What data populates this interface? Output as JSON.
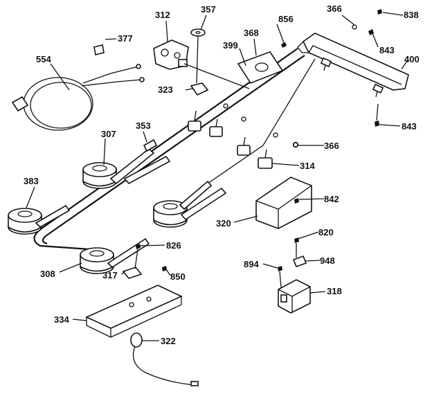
{
  "diagram": {
    "labels": {
      "p312": "312",
      "p357": "357",
      "p856": "856",
      "p366a": "366",
      "p838": "838",
      "p377": "377",
      "p368": "368",
      "p399": "399",
      "p843a": "843",
      "p400": "400",
      "p554": "554",
      "p323": "323",
      "p843b": "843",
      "p307": "307",
      "p353": "353",
      "p366b": "366",
      "p314": "314",
      "p383": "383",
      "p842": "842",
      "p320": "320",
      "p820": "820",
      "p308": "308",
      "p826": "826",
      "p894": "894",
      "p948": "948",
      "p317": "317",
      "p850": "850",
      "p318": "318",
      "p334": "334",
      "p322": "322"
    }
  }
}
